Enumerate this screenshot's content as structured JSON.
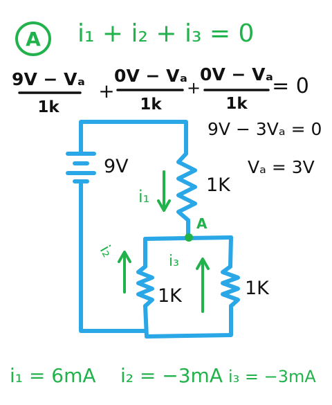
{
  "node_circle_label": "A",
  "kcl_equation": "i₁ + i₂ + i₃ = 0",
  "fraction_numerators": [
    "9V − Vₐ",
    "0V − Vₐ",
    "0V − Vₐ"
  ],
  "fraction_denominators": [
    "1k",
    "1k",
    "1k"
  ],
  "plus_signs": [
    "+",
    "+"
  ],
  "equals_zero": "= 0",
  "simplified_equation": "9V − 3Vₐ = 0",
  "node_voltage": "Vₐ = 3V",
  "battery_label": "9V",
  "resistor_labels": [
    "1K",
    "1K",
    "1K"
  ],
  "current_labels": [
    "i₁",
    "i₂",
    "i₃"
  ],
  "node_label": "A",
  "results": [
    "i₁ = 6mA",
    "i₂ = −3mA",
    "i₃ = −3mA"
  ],
  "colors": {
    "wire": "#2aa7e6",
    "green_ink": "#22b24c",
    "black_ink": "#111111"
  }
}
